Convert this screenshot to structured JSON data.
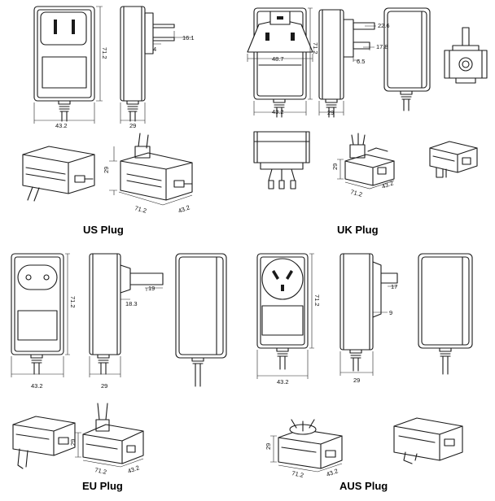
{
  "titles": {
    "us": "US Plug",
    "uk": "UK Plug",
    "eu": "EU Plug",
    "aus": "AUS Plug"
  },
  "us": {
    "width": "43.2",
    "height": "71.2",
    "depth": "29",
    "prong_length": "16.1",
    "prong_gap": "4",
    "iso_length": "71.2",
    "iso_width": "43.2",
    "iso_height": "29"
  },
  "uk": {
    "width": "43.2",
    "height": "71.2",
    "depth": "29",
    "plug_width": "48.7",
    "prong_top": "22.6",
    "prong_mid": "17.8",
    "prong_gap": "6.5",
    "iso_length": "71.2",
    "iso_width": "43.2",
    "iso_height": "29"
  },
  "eu": {
    "width": "43.2",
    "height": "71.2",
    "depth": "29",
    "pin_length": "19",
    "pin_offset": "18.3",
    "iso_length": "71.2",
    "iso_width": "43.2",
    "iso_height": "29"
  },
  "aus": {
    "width": "43.2",
    "height": "71.2",
    "depth": "29",
    "pin_length": "17",
    "pin_offset": "9",
    "iso_length": "71.2",
    "iso_width": "43.2",
    "iso_height": "29"
  }
}
